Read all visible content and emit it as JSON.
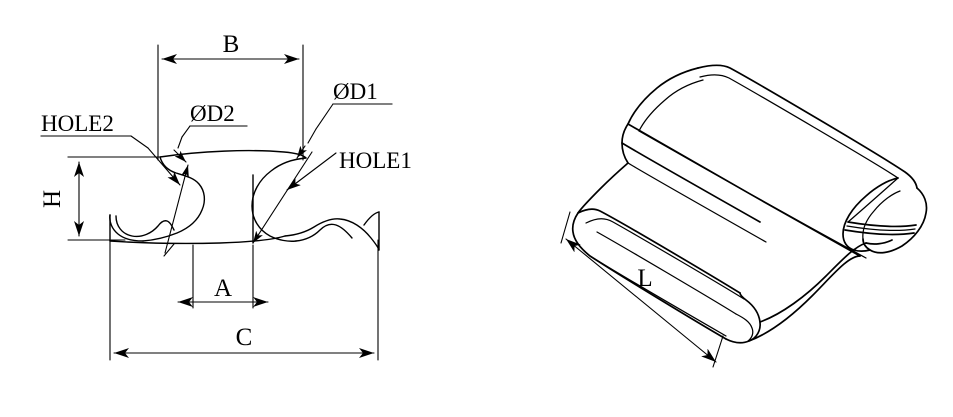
{
  "drawing": {
    "title": "Clip bracket technical drawing",
    "background_color": "#ffffff",
    "line_color": "#000000",
    "views": {
      "section": {
        "name": "cross-section-view",
        "labels": {
          "hole2": "HOLE2",
          "hole1": "HOLE1",
          "diameter_d2": "ØD2",
          "diameter_d1": "ØD1"
        },
        "dimensions": {
          "b": "B",
          "a": "A",
          "c": "C",
          "h": "H"
        }
      },
      "isometric": {
        "name": "isometric-view",
        "dimensions": {
          "l": "L"
        }
      }
    }
  }
}
